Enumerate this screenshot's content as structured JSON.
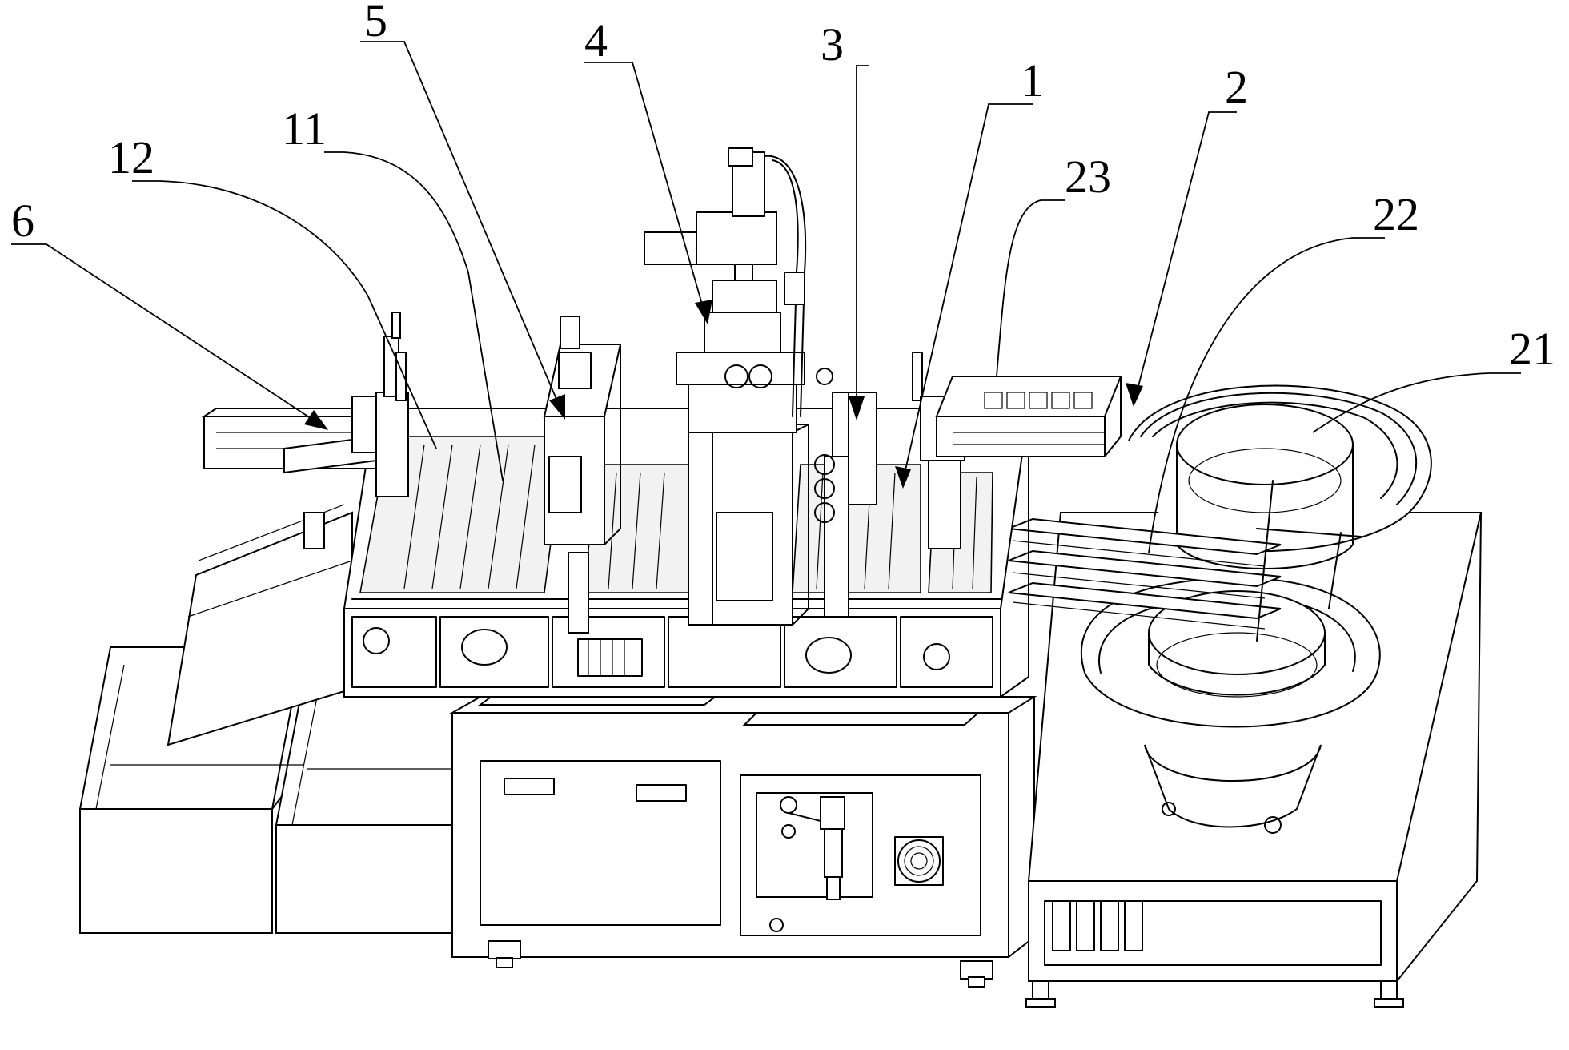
{
  "figure": {
    "callouts": [
      {
        "id": "c1",
        "label": "1"
      },
      {
        "id": "c2",
        "label": "2"
      },
      {
        "id": "c3",
        "label": "3"
      },
      {
        "id": "c4",
        "label": "4"
      },
      {
        "id": "c5",
        "label": "5"
      },
      {
        "id": "c6",
        "label": "6"
      },
      {
        "id": "c11",
        "label": "11"
      },
      {
        "id": "c12",
        "label": "12"
      },
      {
        "id": "c21",
        "label": "21"
      },
      {
        "id": "c22",
        "label": "22"
      },
      {
        "id": "c23",
        "label": "23"
      }
    ]
  }
}
